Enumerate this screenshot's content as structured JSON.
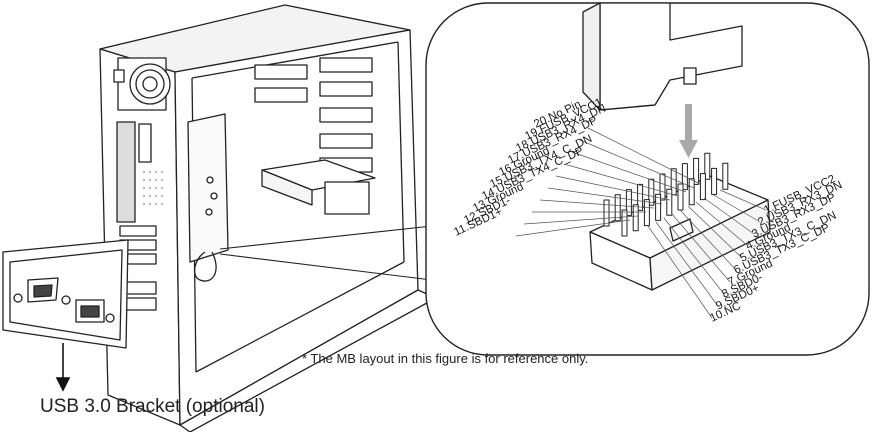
{
  "pins_top": [
    "20.No Pin",
    "19.FUSB_VCC1",
    "18.USB3_RX4_DN",
    "17.USB3_RX4_DP",
    "16.Ground",
    "15.USB3_TX4_C_DN",
    "14.USB3_TX4_C_DP",
    "13.Ground",
    "12.SBD1-",
    "11.SBD1+"
  ],
  "pins_bottom": [
    "1.FUSB_VCC2",
    "2.USB3_RX3_DN",
    "3.USB3_RX3_DP",
    "4.Ground",
    "5.USB3_TX3_C_DN",
    "6.USB3_TX3_C_DP",
    "7.Ground",
    "8.SBD0-",
    "9.SBD0+",
    "10.NC"
  ],
  "note": "* The MB layout in this figure is for reference only.",
  "caption": "USB 3.0 Bracket (optional)"
}
